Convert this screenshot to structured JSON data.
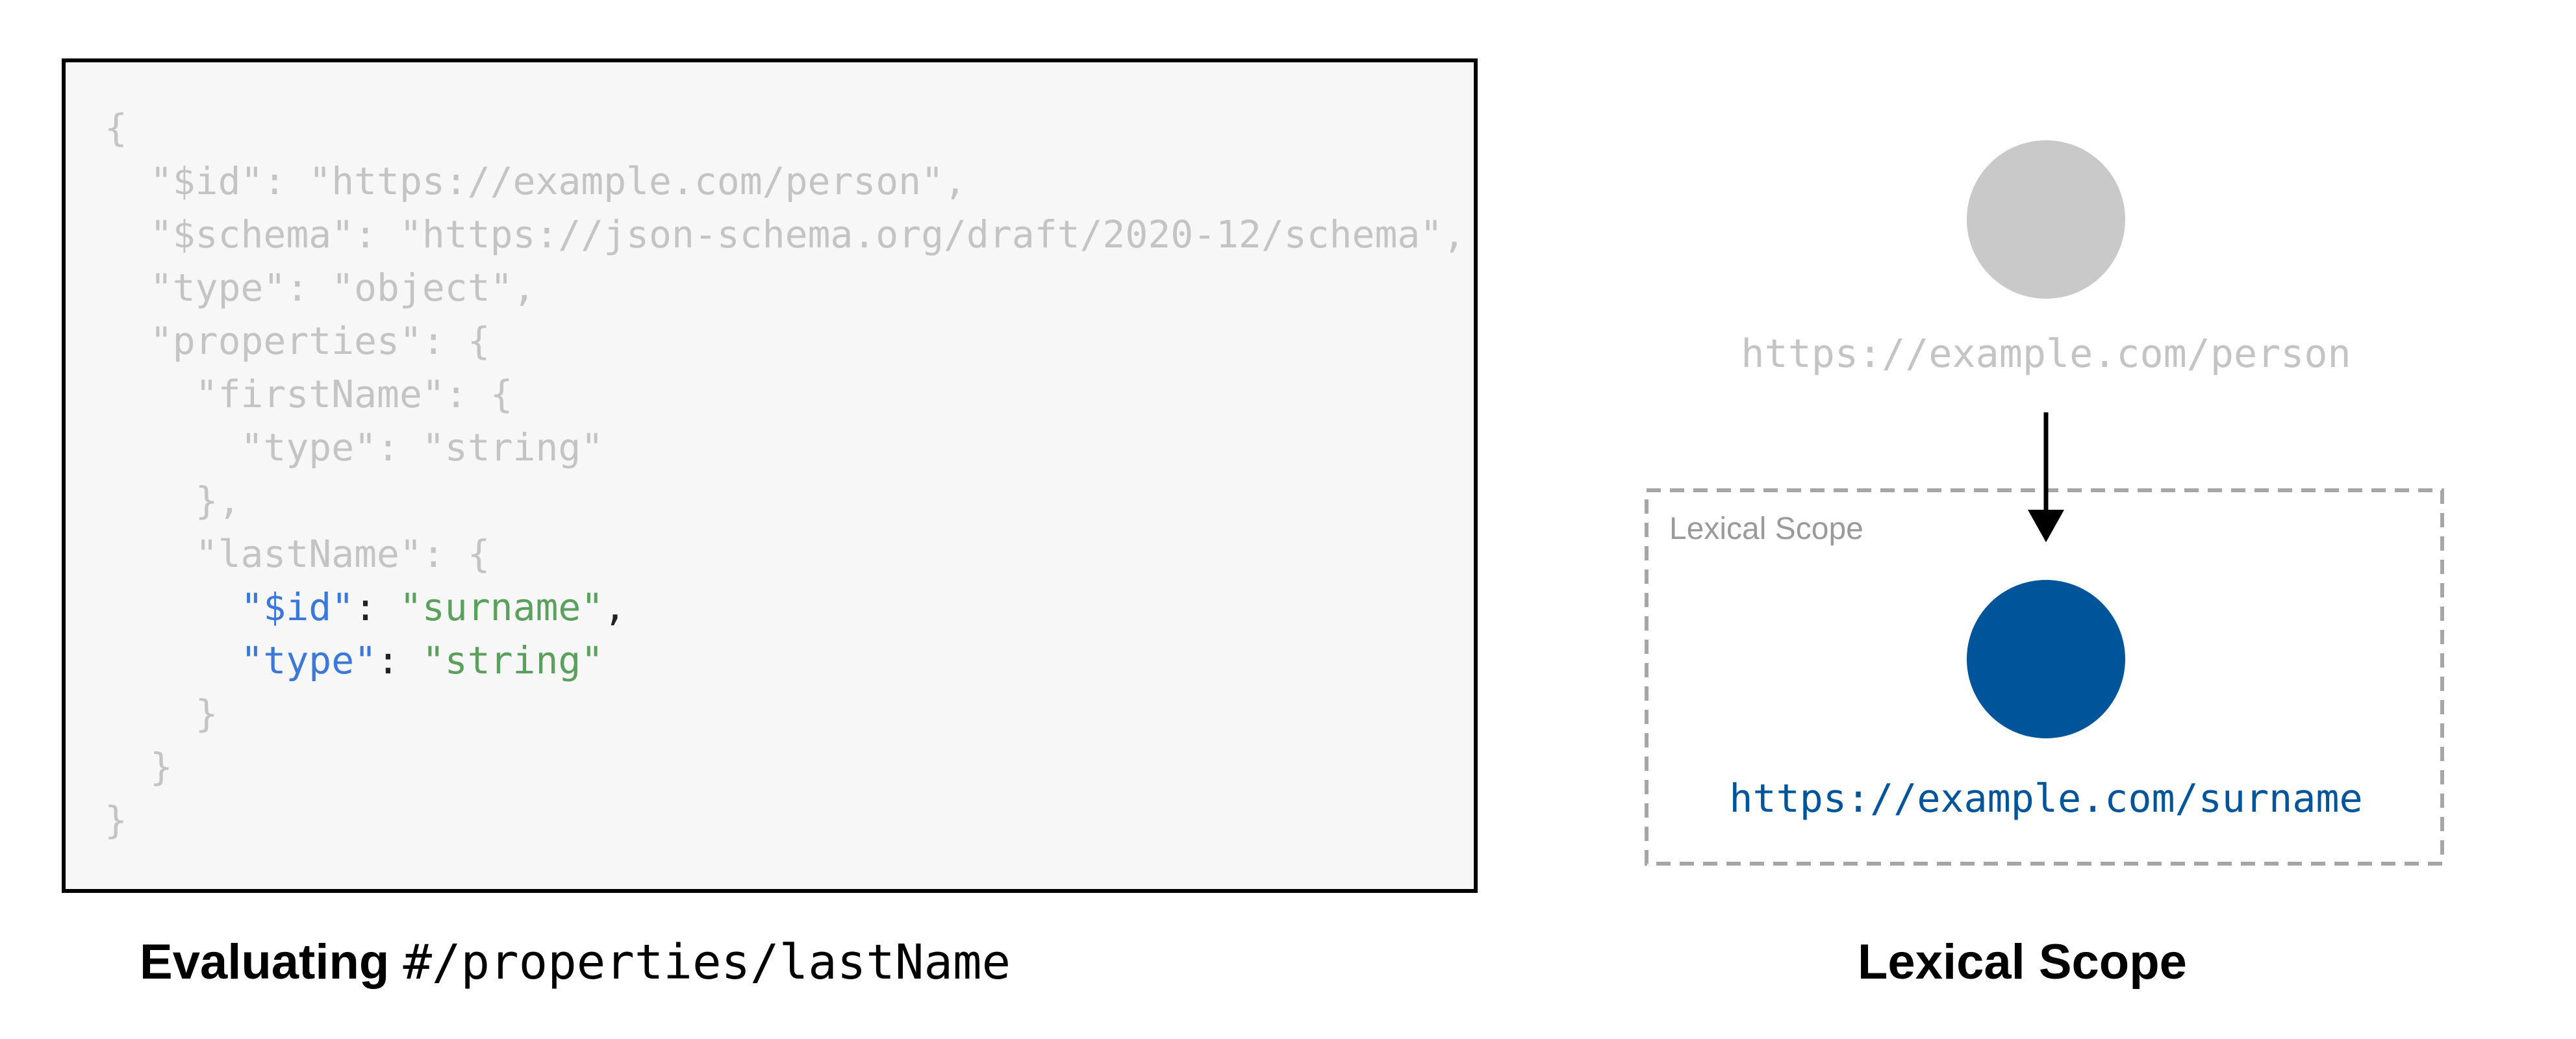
{
  "code": {
    "lines": [
      [
        {
          "t": "{",
          "c": "dim"
        }
      ],
      [
        {
          "t": "  \"$id\": \"https://example.com/person\",",
          "c": "dim"
        }
      ],
      [
        {
          "t": "  \"$schema\": \"https://json-schema.org/draft/2020-12/schema\",",
          "c": "dim"
        }
      ],
      [
        {
          "t": "  \"type\": \"object\",",
          "c": "dim"
        }
      ],
      [
        {
          "t": "  \"properties\": {",
          "c": "dim"
        }
      ],
      [
        {
          "t": "    \"firstName\": {",
          "c": "dim"
        }
      ],
      [
        {
          "t": "      \"type\": \"string\"",
          "c": "dim"
        }
      ],
      [
        {
          "t": "    },",
          "c": "dim"
        }
      ],
      [
        {
          "t": "    \"lastName\": {",
          "c": "dim"
        }
      ],
      [
        {
          "t": "      ",
          "c": "dim"
        },
        {
          "t": "\"$id\"",
          "c": "key"
        },
        {
          "t": ": ",
          "c": "punct"
        },
        {
          "t": "\"surname\"",
          "c": "str"
        },
        {
          "t": ",",
          "c": "punct"
        }
      ],
      [
        {
          "t": "      ",
          "c": "dim"
        },
        {
          "t": "\"type\"",
          "c": "key"
        },
        {
          "t": ": ",
          "c": "punct"
        },
        {
          "t": "\"string\"",
          "c": "str"
        }
      ],
      [
        {
          "t": "    }",
          "c": "dim"
        }
      ],
      [
        {
          "t": "  }",
          "c": "dim"
        }
      ],
      [
        {
          "t": "}",
          "c": "dim"
        }
      ]
    ]
  },
  "caption_left": {
    "bold": "Evaluating",
    "mono": "#/properties/lastName"
  },
  "diagram": {
    "parent_uri": "https://example.com/person",
    "scope_label": "Lexical Scope",
    "child_uri": "https://example.com/surname"
  },
  "caption_right": "Lexical Scope",
  "colors": {
    "dim_text": "#c4c4c4",
    "highlight_key": "#3b78d8",
    "highlight_string": "#5ba05c",
    "parent_node": "#c9c9c9",
    "child_node": "#00559a",
    "scope_border": "#a6a6a6"
  }
}
